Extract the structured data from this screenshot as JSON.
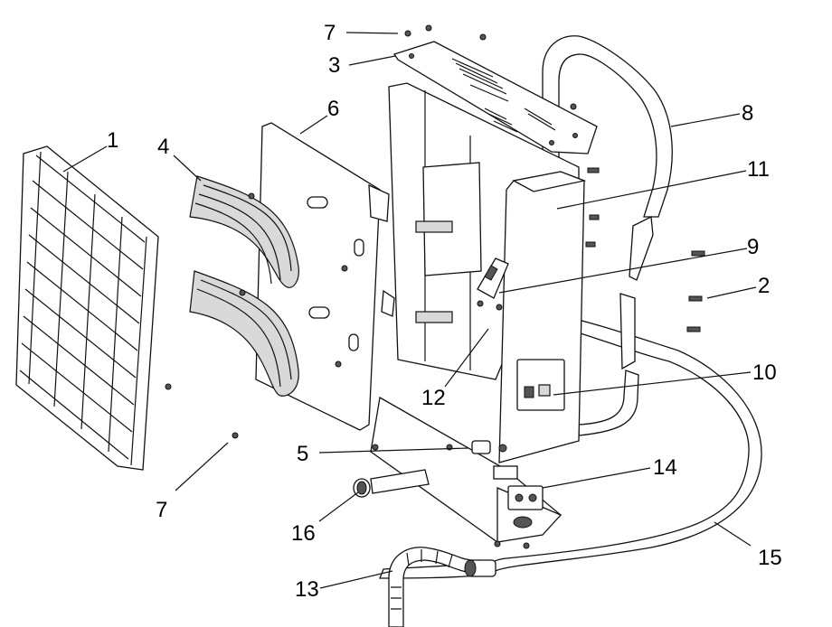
{
  "diagram": {
    "callouts": [
      {
        "id": "c7a",
        "text": "7"
      },
      {
        "id": "c3",
        "text": "3"
      },
      {
        "id": "c6",
        "text": "6"
      },
      {
        "id": "c1",
        "text": "1"
      },
      {
        "id": "c4",
        "text": "4"
      },
      {
        "id": "c8",
        "text": "8"
      },
      {
        "id": "c11",
        "text": "11"
      },
      {
        "id": "c9",
        "text": "9"
      },
      {
        "id": "c2",
        "text": "2"
      },
      {
        "id": "c10",
        "text": "10"
      },
      {
        "id": "c12",
        "text": "12"
      },
      {
        "id": "c5",
        "text": "5"
      },
      {
        "id": "c14",
        "text": "14"
      },
      {
        "id": "c7b",
        "text": "7"
      },
      {
        "id": "c16",
        "text": "16"
      },
      {
        "id": "c15",
        "text": "15"
      },
      {
        "id": "c13",
        "text": "13"
      }
    ]
  }
}
